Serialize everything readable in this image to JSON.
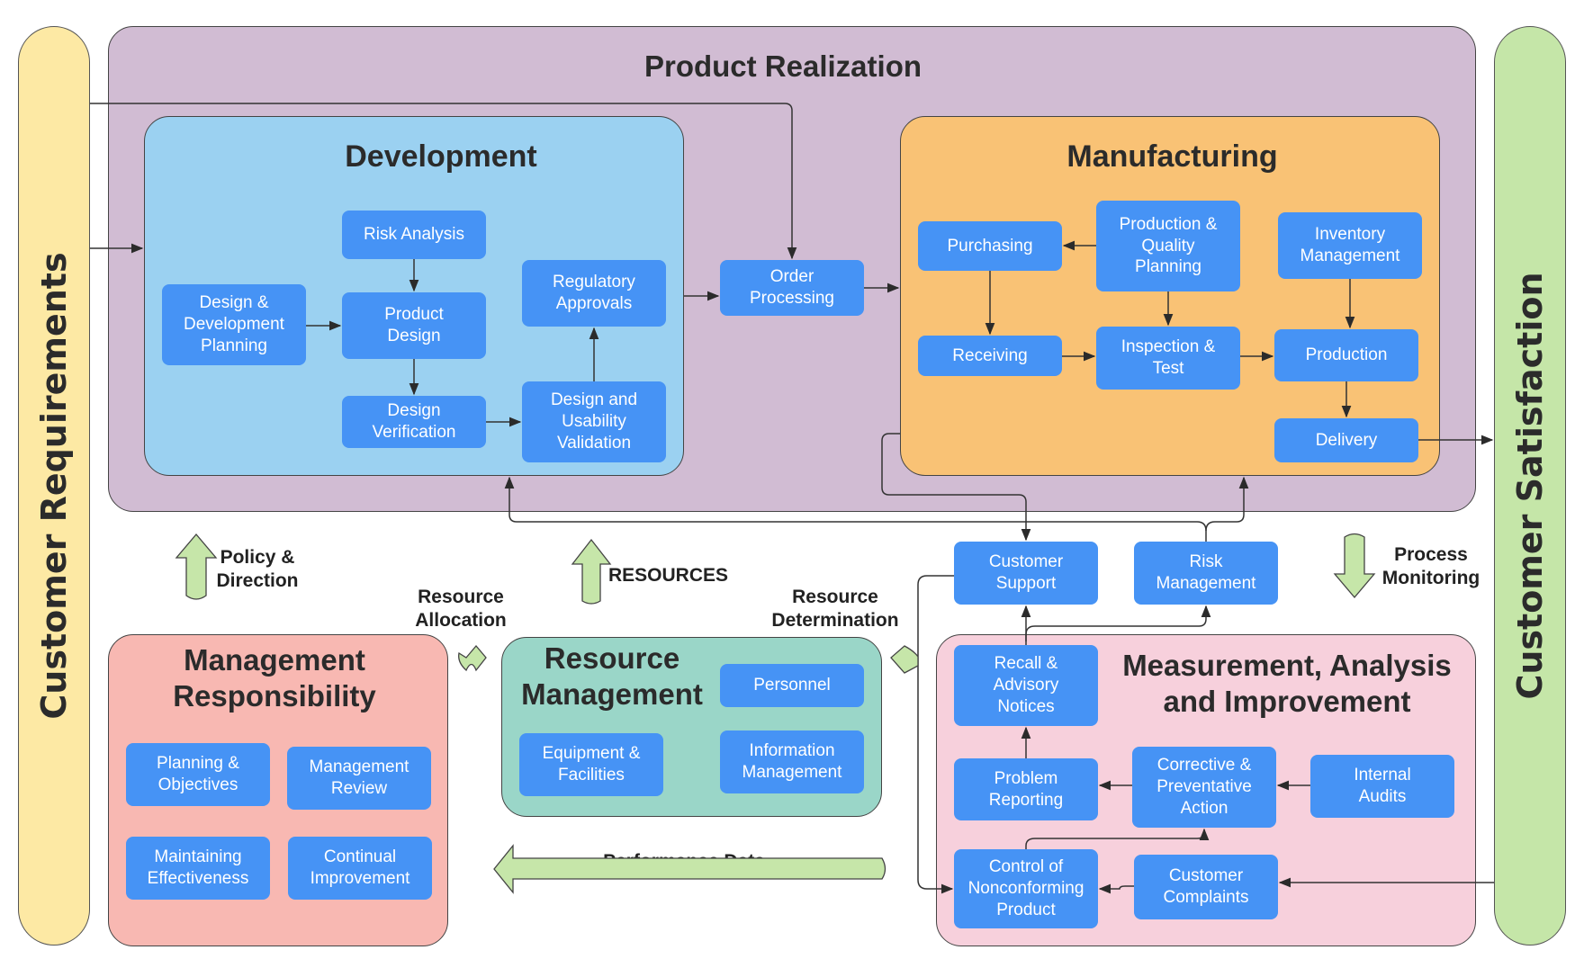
{
  "side_bars": {
    "left": "Customer Requirements",
    "right": "Customer Satisfaction"
  },
  "regions": {
    "product_realization": "Product Realization",
    "development": "Development",
    "manufacturing": "Manufacturing",
    "management_responsibility": "Management\nResponsibility",
    "resource_management": "Resource\nManagement",
    "measurement": "Measurement, Analysis\nand Improvement"
  },
  "development_nodes": {
    "risk_analysis": "Risk Analysis",
    "dd_planning": "Design &\nDevelopment\nPlanning",
    "product_design": "Product\nDesign",
    "design_verification": "Design\nVerification",
    "regulatory_approvals": "Regulatory\nApprovals",
    "usability_validation": "Design and\nUsability\nValidation"
  },
  "order_processing": "Order\nProcessing",
  "manufacturing_nodes": {
    "purchasing": "Purchasing",
    "pq_planning": "Production &\nQuality\nPlanning",
    "inventory": "Inventory\nManagement",
    "receiving": "Receiving",
    "inspection": "Inspection &\nTest",
    "production": "Production",
    "delivery": "Delivery"
  },
  "support_nodes": {
    "customer_support": "Customer\nSupport",
    "risk_management": "Risk\nManagement"
  },
  "management_nodes": {
    "planning": "Planning &\nObjectives",
    "review": "Management\nReview",
    "maintaining": "Maintaining\nEffectiveness",
    "continual": "Continual\nImprovement"
  },
  "resource_nodes": {
    "personnel": "Personnel",
    "equipment": "Equipment &\nFacilities",
    "information": "Information\nManagement"
  },
  "measurement_nodes": {
    "recall": "Recall &\nAdvisory\nNotices",
    "problem": "Problem\nReporting",
    "corrective": "Corrective &\nPreventative\nAction",
    "audits": "Internal\nAudits",
    "nonconforming": "Control of\nNonconforming\nProduct",
    "complaints": "Customer\nComplaints"
  },
  "flow_labels": {
    "policy": "Policy &\nDirection",
    "resources": "RESOURCES",
    "allocation": "Resource\nAllocation",
    "determination": "Resource\nDetermination",
    "monitoring": "Process\nMonitoring",
    "performance": "Performance Data"
  },
  "colors": {
    "customer_requirements": "#fde9a4",
    "customer_satisfaction": "#c5e6a8",
    "product_realization": "#d1bcd3",
    "development": "#9bd1f1",
    "manufacturing": "#f9c275",
    "management": "#f8b8b2",
    "resource": "#9ad6c8",
    "measurement": "#f7d0dc",
    "node": "#4693f5",
    "flow_arrow": "#c6e6a9"
  }
}
